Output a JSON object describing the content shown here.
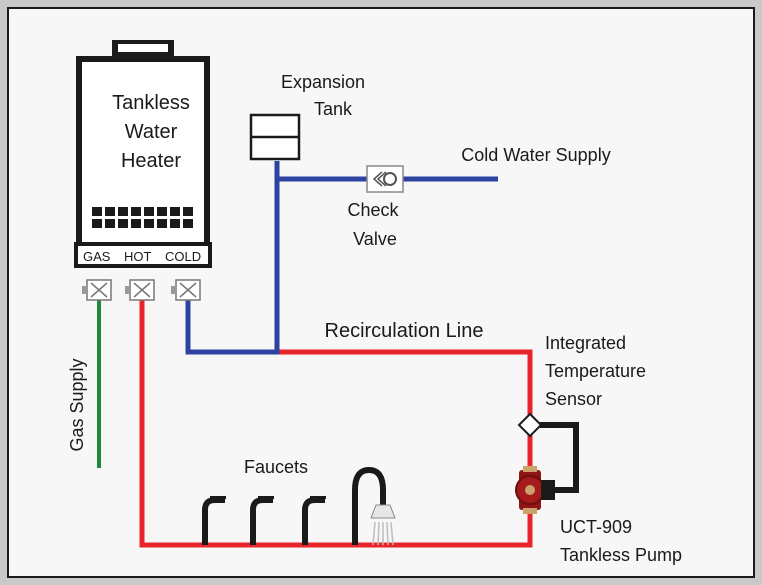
{
  "heater": {
    "title_lines": [
      "Tankless",
      "Water",
      "Heater"
    ],
    "ports": {
      "gas": "GAS",
      "hot": "HOT",
      "cold": "COLD"
    }
  },
  "labels": {
    "expansion_tank": [
      "Expansion",
      "Tank"
    ],
    "cold_supply": "Cold Water Supply",
    "check_valve": [
      "Check",
      "Valve"
    ],
    "recirculation": "Recirculation Line",
    "sensor": [
      "Integrated",
      "Temperature",
      "Sensor"
    ],
    "gas_supply": "Gas Supply",
    "faucets": "Faucets",
    "pump": [
      "UCT-909",
      "Tankless Pump"
    ]
  },
  "colors": {
    "hot": "#e8252b",
    "cold": "#2c43a0",
    "gas": "#1f8a3c",
    "pump": "#8f1414",
    "frame_bg": "#f7f7f7",
    "ink": "#1a1a1a"
  }
}
